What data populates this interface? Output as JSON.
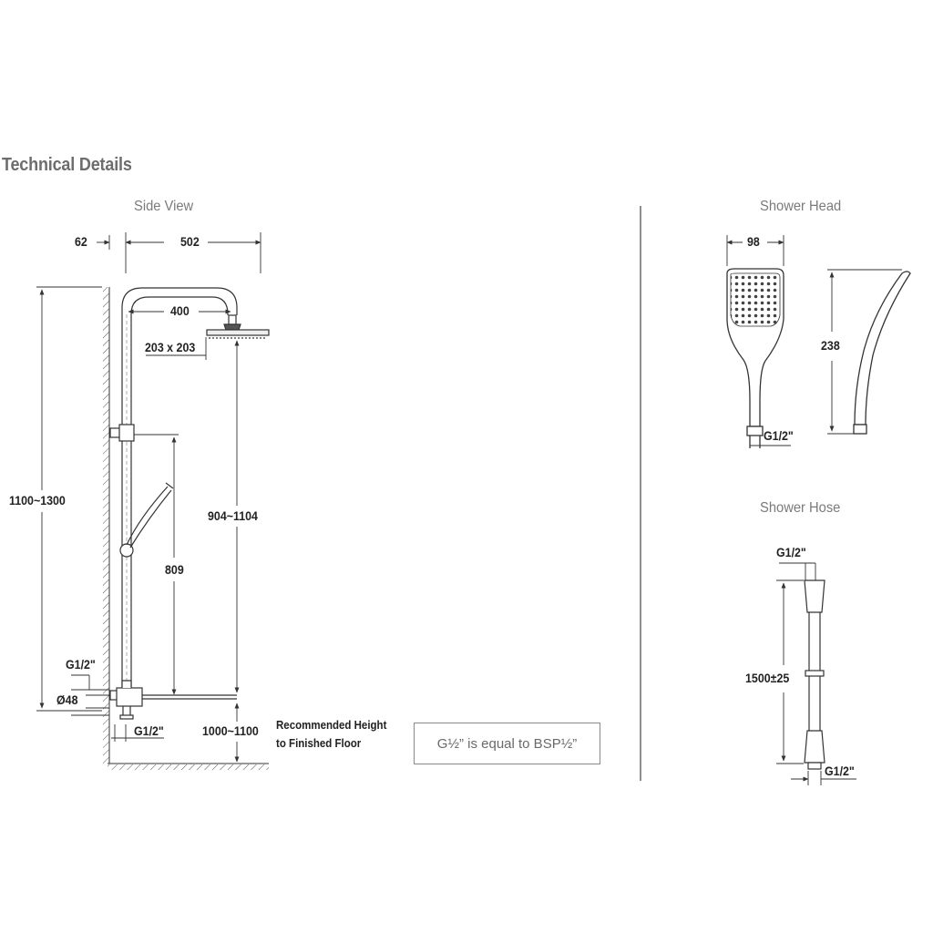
{
  "title": "Technical Details",
  "sections": {
    "side_view": "Side View",
    "shower_head": "Shower Head",
    "shower_hose": "Shower Hose"
  },
  "dimensions": {
    "wall_offset": "62",
    "arm_reach": "502",
    "arm_length": "400",
    "head_size": "203 x 203",
    "total_height": "1100~1300",
    "head_height": "904~1104",
    "rail_length": "809",
    "inlet_size_upper": "G1/2\"",
    "pipe_diameter": "Ø48",
    "inlet_size_lower": "G1/2\"",
    "valve_height": "1000~1100",
    "handset_width": "98",
    "handset_length": "238",
    "handset_connection": "G1/2\"",
    "hose_top_connection": "G1/2\"",
    "hose_length": "1500±25",
    "hose_bottom_connection": "G1/2\""
  },
  "note_recommended": [
    "Recommended Height",
    "to Finished Floor"
  ],
  "note_bsp": "G½” is equal to BSP½”",
  "colors": {
    "line": "#333333",
    "heading": "#6d6d6d",
    "section": "#7a7a7a"
  }
}
